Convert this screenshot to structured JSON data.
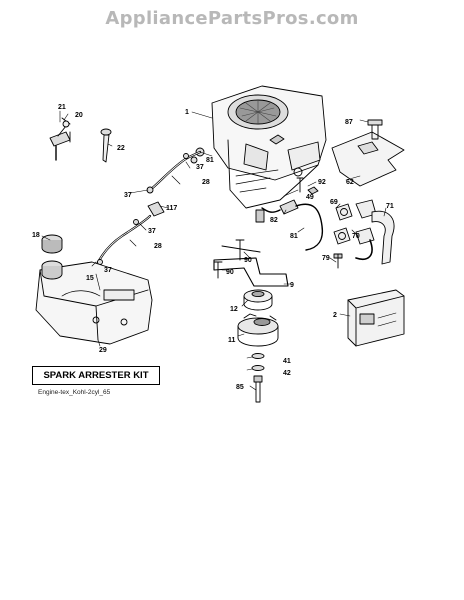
{
  "watermark": "AppliancePartsPros.com",
  "kit_label": "SPARK ARRESTER KIT",
  "diagram_code": "Engine-tex_Kohl-2cyl_65",
  "parts": [
    {
      "id": "p1",
      "number": "1"
    },
    {
      "id": "p2",
      "number": "2"
    },
    {
      "id": "p9",
      "number": "9"
    },
    {
      "id": "p11",
      "number": "11"
    },
    {
      "id": "p12",
      "number": "12"
    },
    {
      "id": "p15",
      "number": "15"
    },
    {
      "id": "p18",
      "number": "18"
    },
    {
      "id": "p20",
      "number": "20"
    },
    {
      "id": "p21",
      "number": "21"
    },
    {
      "id": "p22",
      "number": "22"
    },
    {
      "id": "p28a",
      "number": "28"
    },
    {
      "id": "p28b",
      "number": "28"
    },
    {
      "id": "p29",
      "number": "29"
    },
    {
      "id": "p37a",
      "number": "37"
    },
    {
      "id": "p37b",
      "number": "37"
    },
    {
      "id": "p37c",
      "number": "37"
    },
    {
      "id": "p37d",
      "number": "37"
    },
    {
      "id": "p41",
      "number": "41"
    },
    {
      "id": "p42",
      "number": "42"
    },
    {
      "id": "p49",
      "number": "49"
    },
    {
      "id": "p62",
      "number": "62"
    },
    {
      "id": "p69",
      "number": "69"
    },
    {
      "id": "p70",
      "number": "70"
    },
    {
      "id": "p71",
      "number": "71"
    },
    {
      "id": "p79",
      "number": "79"
    },
    {
      "id": "p81a",
      "number": "81"
    },
    {
      "id": "p81b",
      "number": "81"
    },
    {
      "id": "p82",
      "number": "82"
    },
    {
      "id": "p85",
      "number": "85"
    },
    {
      "id": "p87",
      "number": "87"
    },
    {
      "id": "p90a",
      "number": "90"
    },
    {
      "id": "p90b",
      "number": "90"
    },
    {
      "id": "p92",
      "number": "92"
    },
    {
      "id": "p117",
      "number": "117"
    }
  ]
}
